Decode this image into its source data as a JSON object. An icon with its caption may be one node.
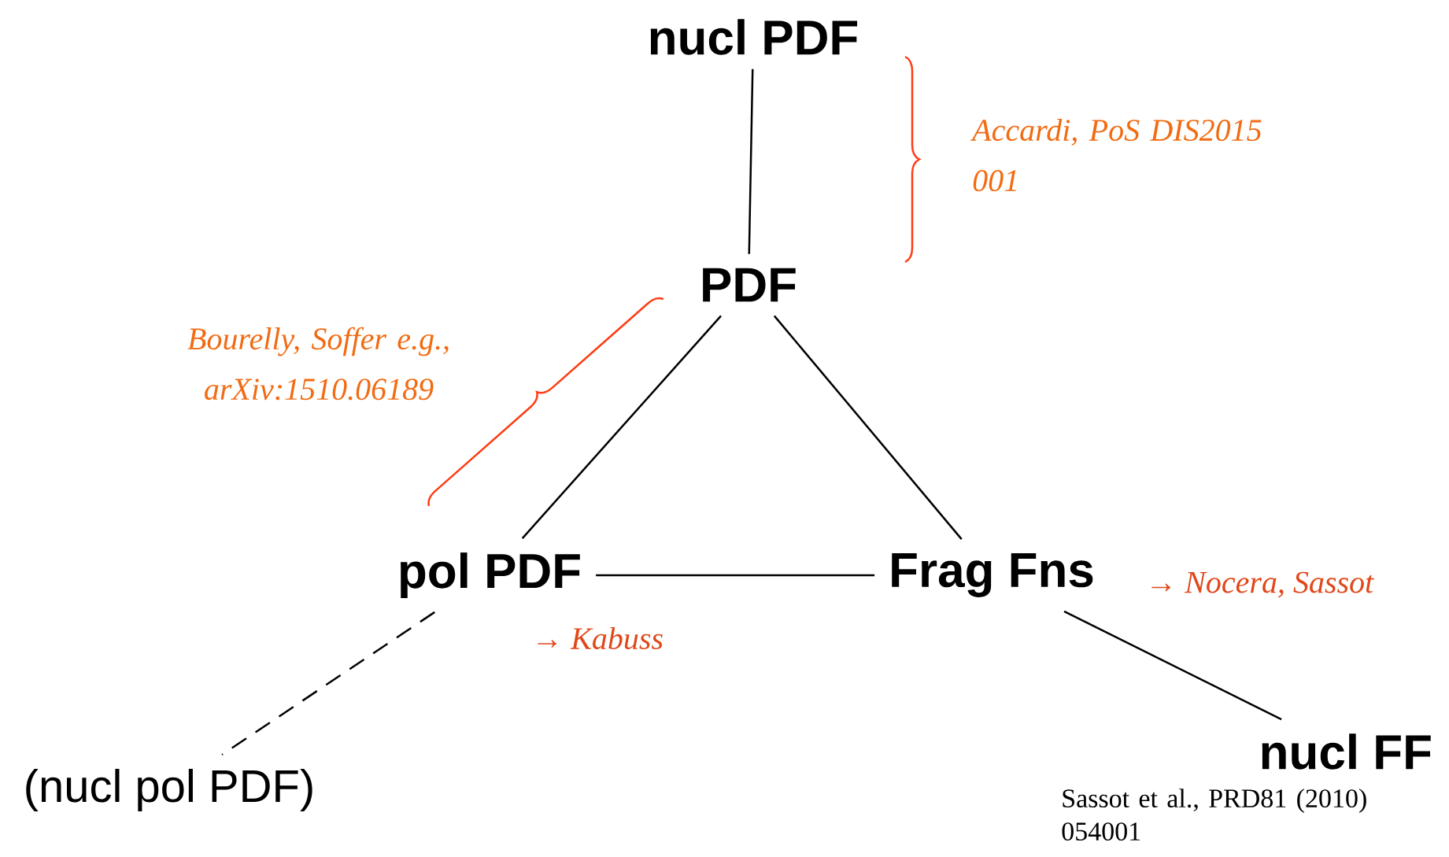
{
  "diagram": {
    "nodes": [
      {
        "text": [
          "nucl PDF"
        ]
      },
      {
        "text": [
          "PDF"
        ]
      },
      {
        "text": [
          "pol PDF"
        ]
      },
      {
        "text": [
          "Frag Fns"
        ]
      },
      {
        "text": [
          "(nucl pol PDF)"
        ]
      },
      {
        "text": [
          "nucl FF"
        ],
        "beside": [
          "Sassot et al., PRD81 (2010) 054001"
        ]
      }
    ],
    "edges": [
      {
        "from": 0,
        "to": 1,
        "arrow": "none"
      },
      {
        "from": 1,
        "to": 2,
        "arrow": "none"
      },
      {
        "from": 1,
        "to": 3,
        "arrow": "none"
      },
      {
        "from": 2,
        "to": 3,
        "arrow": "none"
      },
      {
        "from": 2,
        "to": 4,
        "arrow": "none",
        "style": "dashed"
      },
      {
        "from": 3,
        "to": 5,
        "arrow": "none"
      }
    ],
    "labels": [
      "Accardi, PoS DIS2015 001",
      "Bourelly, Soffer e.g., arXiv:1510.06189",
      "→ Kabuss",
      "→ Nocera, Sassot"
    ]
  }
}
